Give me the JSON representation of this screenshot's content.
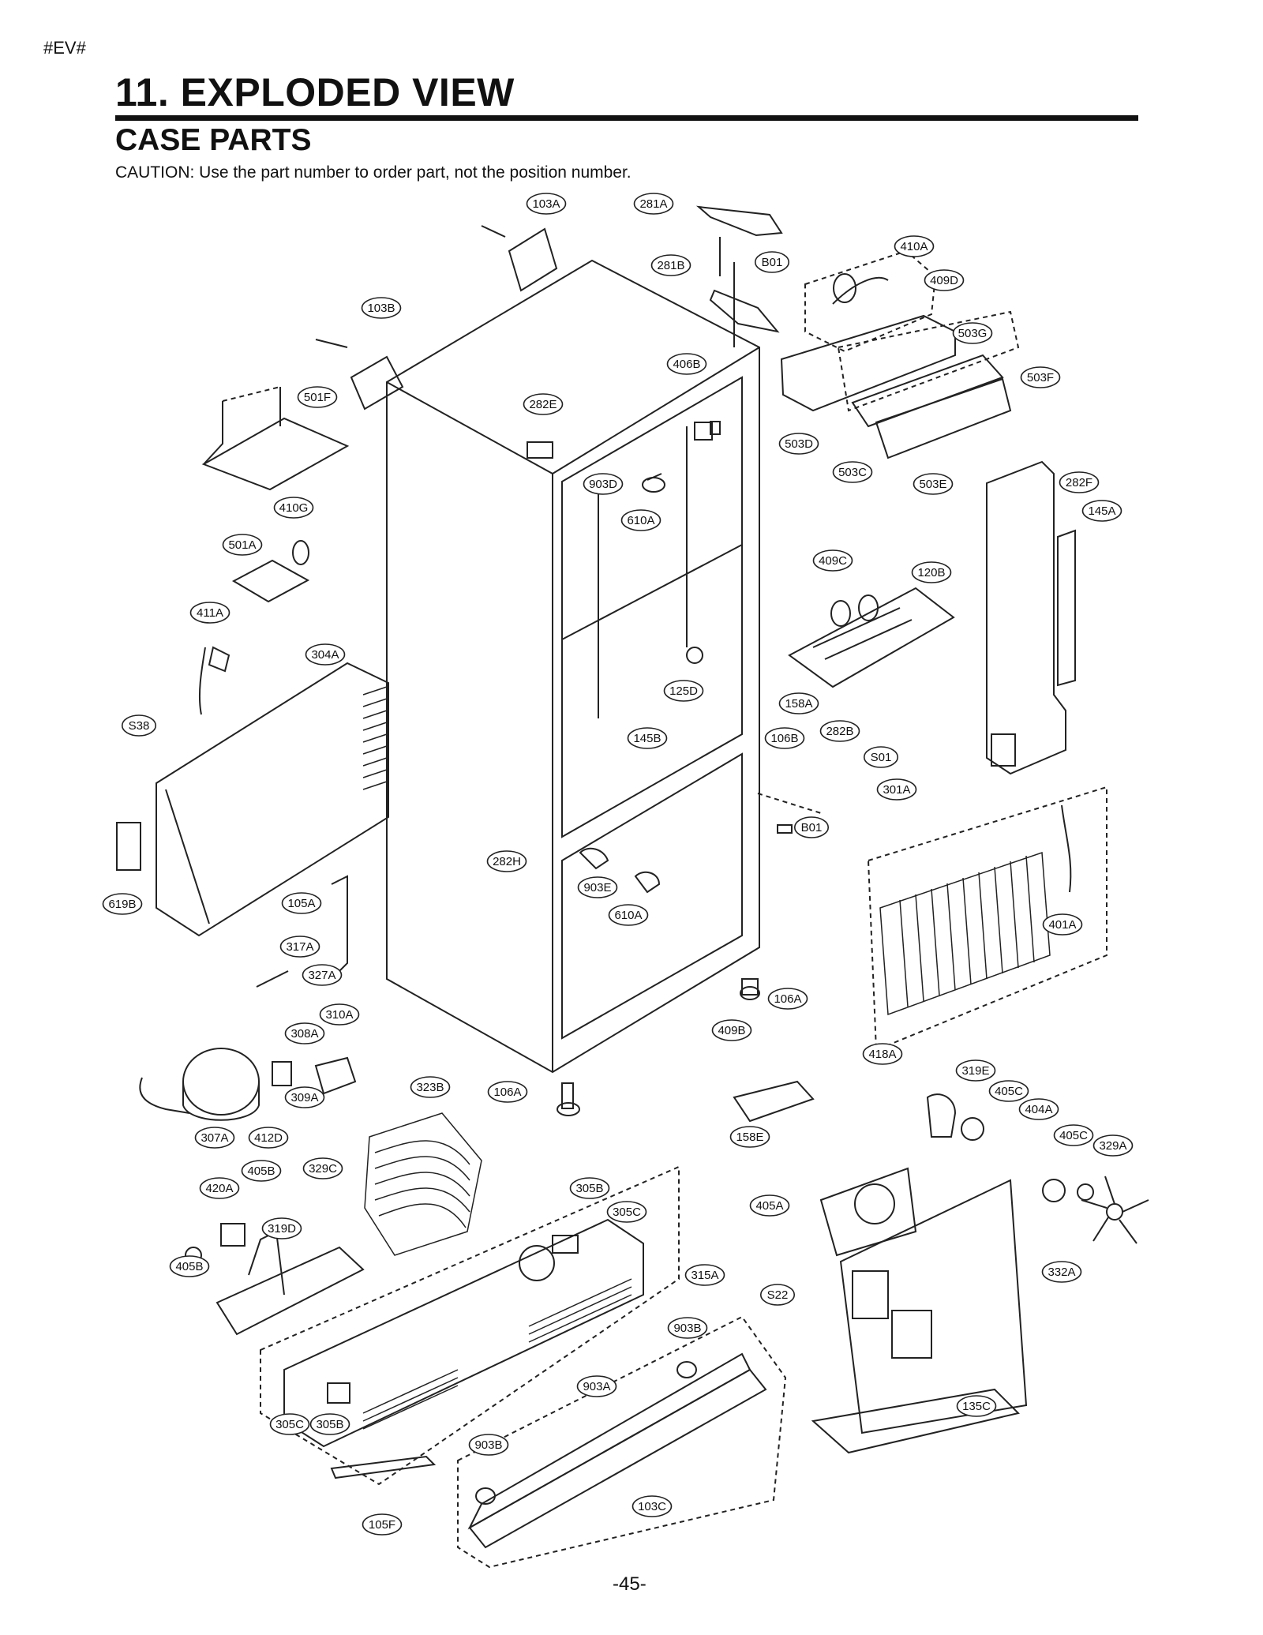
{
  "page": {
    "tag": "#EV#",
    "heading": "11. EXPLODED VIEW",
    "subheading": "CASE PARTS",
    "caution": "CAUTION: Use the part number to order part, not the position number.",
    "page_number": "-45-"
  },
  "callouts": [
    "103A",
    "281A",
    "B01",
    "410A",
    "281B",
    "409D",
    "103B",
    "503G",
    "406B",
    "503F",
    "501F",
    "282E",
    "503D",
    "503C",
    "503E",
    "903D",
    "610A",
    "410G",
    "282F",
    "145A",
    "501A",
    "409C",
    "120B",
    "411A",
    "304A",
    "125D",
    "158A",
    "S38",
    "145B",
    "106B",
    "282B",
    "S01",
    "301A",
    "B01",
    "282H",
    "903E",
    "610A",
    "619B",
    "105A",
    "401A",
    "317A",
    "327A",
    "106A",
    "310A",
    "409B",
    "308A",
    "418A",
    "106A",
    "323B",
    "309A",
    "158E",
    "319E",
    "405C",
    "307A",
    "412D",
    "404A",
    "405C",
    "329A",
    "405B",
    "329C",
    "420A",
    "305B",
    "305C",
    "405A",
    "319D",
    "405B",
    "315A",
    "332A",
    "S22",
    "903B",
    "903A",
    "305C",
    "305B",
    "903B",
    "135C",
    "103C",
    "105F"
  ]
}
